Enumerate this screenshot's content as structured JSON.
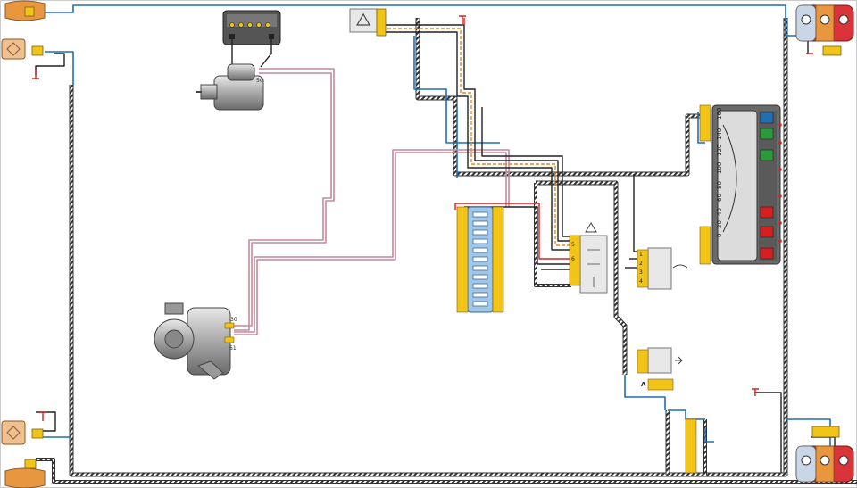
{
  "diagram": {
    "alternator": {
      "terminal_30": "30",
      "terminal_61": "61"
    },
    "starter": {
      "terminal_50": "50"
    },
    "connector_a_label": "A",
    "speedometer_scale": [
      "0",
      "20",
      "40",
      "60",
      "80",
      "100",
      "120",
      "140",
      "160"
    ],
    "connector_pin_numbers": [
      "1",
      "2",
      "3",
      "4",
      "5",
      "6"
    ],
    "colors": {
      "wire_blue": "#1f6fb2",
      "wire_pink": "#c48a9a",
      "wire_black": "#222222",
      "wire_orange": "#e0892a",
      "wire_red": "#d62020",
      "connector_yellow": "#f2c417",
      "lamp_orange": "#e8973f",
      "lamp_red": "#d9343a",
      "fuse_block_blue": "#9fc7ea",
      "cluster_dark": "#5a5a5a"
    }
  }
}
